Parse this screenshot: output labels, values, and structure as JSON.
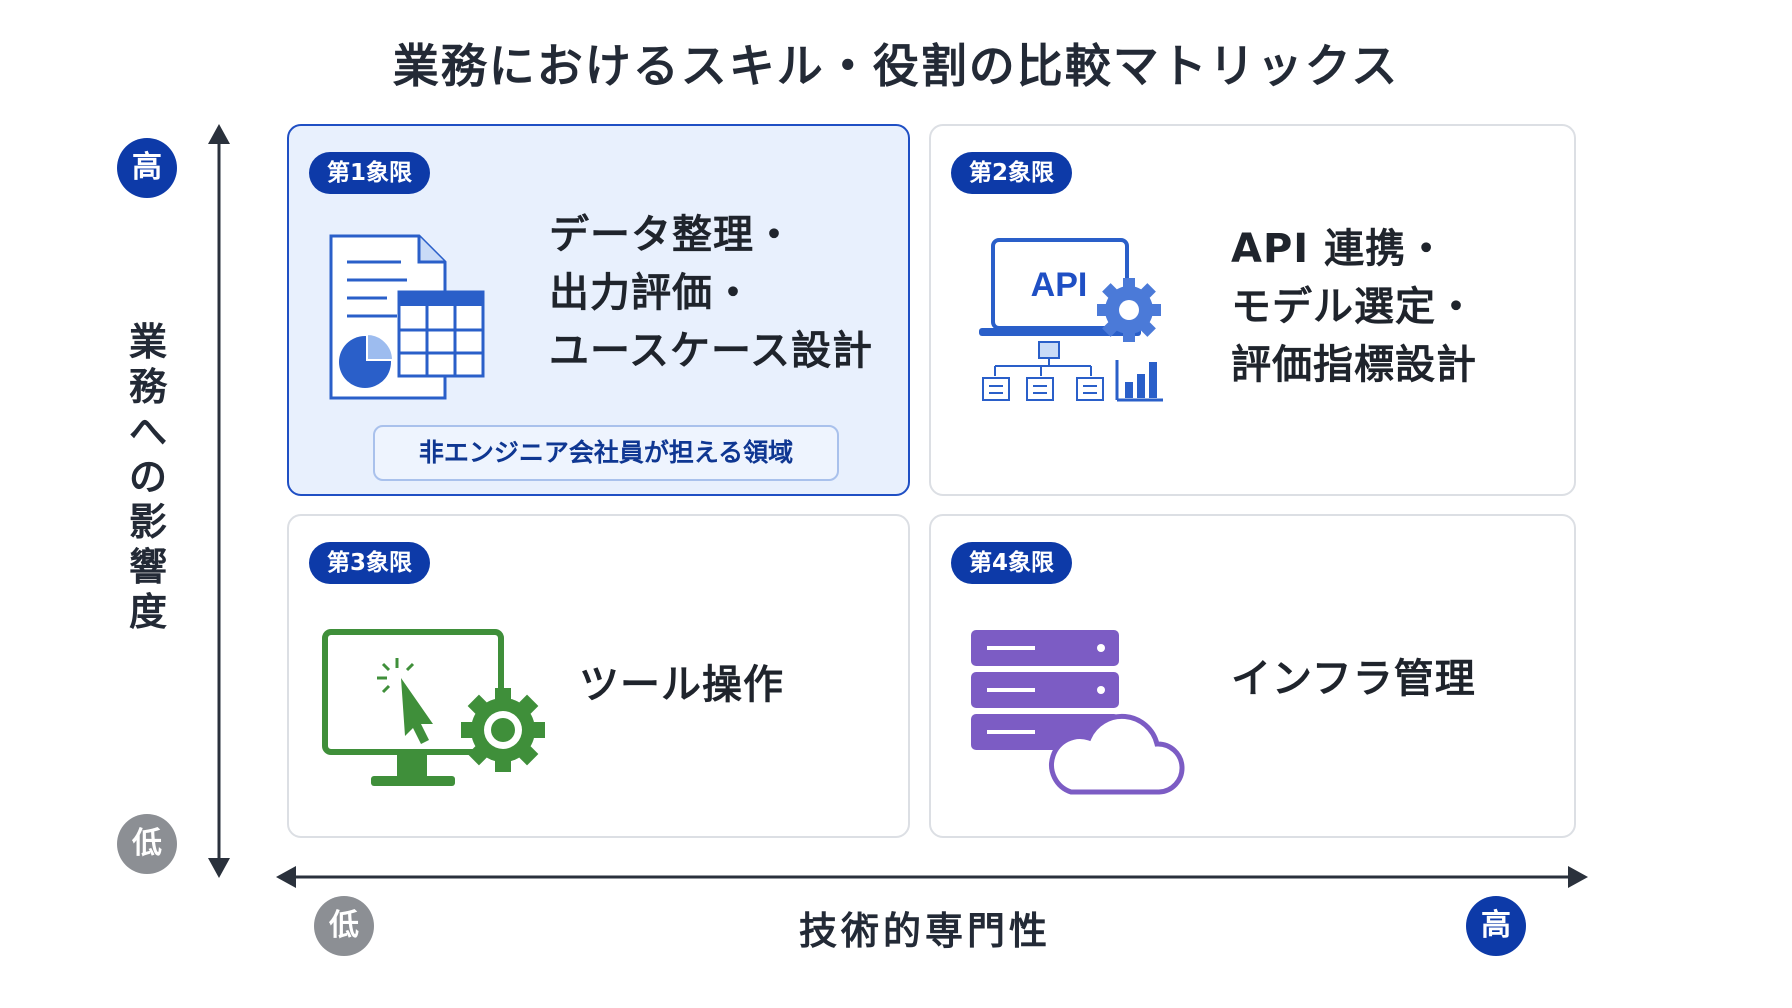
{
  "title": "業務におけるスキル・役割の比較マトリックス",
  "y_axis": {
    "label_chars": [
      "業",
      "務",
      "へ",
      "の",
      "影",
      "響",
      "度"
    ],
    "high": "高",
    "low": "低"
  },
  "x_axis": {
    "label": "技術的専門性",
    "high": "高",
    "low": "低"
  },
  "quadrants": [
    {
      "badge": "第1象限",
      "lines": [
        "データ整理・",
        "出力評価・",
        "ユースケース設計"
      ],
      "note": "非エンジニア会社員が担える領域",
      "highlighted": true
    },
    {
      "badge": "第2象限",
      "lines": [
        "API 連携・",
        "モデル選定・",
        "評価指標設計"
      ],
      "icon_text": "API"
    },
    {
      "badge": "第3象限",
      "lines": [
        "ツール操作"
      ]
    },
    {
      "badge": "第4象限",
      "lines": [
        "インフラ管理"
      ]
    }
  ],
  "colors": {
    "accent": "#0d3aa8",
    "highlight_bg": "#e8f0fd",
    "green": "#3f8f3a",
    "purple": "#7c5cc4",
    "low_gray": "#8c8f94"
  }
}
